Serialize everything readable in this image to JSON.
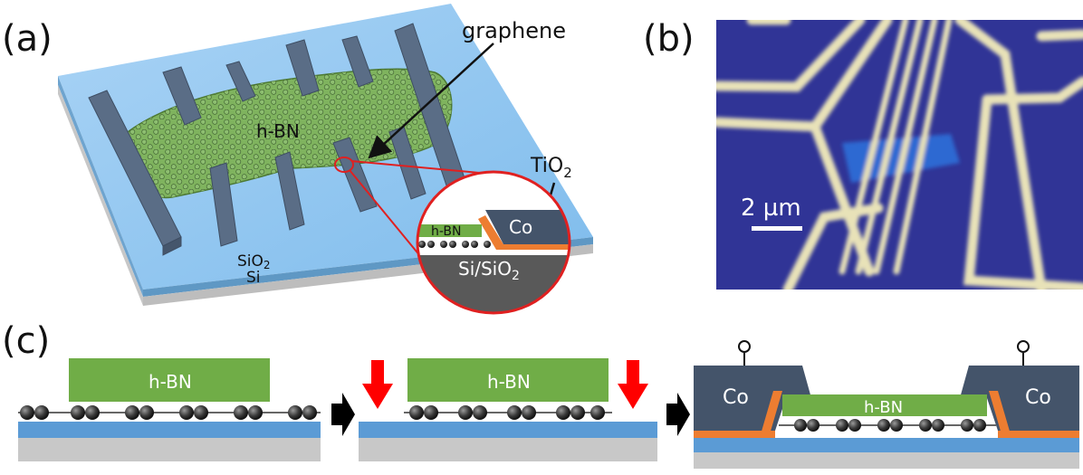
{
  "panels": {
    "a": {
      "label": "(a)",
      "graphene_label": "graphene",
      "hbn_label": "h-BN",
      "tio2_label_main": "TiO",
      "tio2_label_sub": "2",
      "substrate_label_1_main": "SiO",
      "substrate_label_1_sub": "2",
      "substrate_label_2": "Si",
      "inset": {
        "hbn_label": "h-BN",
        "co_label": "Co",
        "substrate_main": "Si/SiO",
        "substrate_sub": "2"
      }
    },
    "b": {
      "label": "(b)",
      "scalebar_label": "2 µm"
    },
    "c": {
      "label": "(c)",
      "step1_hbn": "h-BN",
      "step2_hbn": "h-BN",
      "step3_hbn": "h-BN",
      "step3_co_left": "Co",
      "step3_co_right": "Co"
    }
  },
  "colors": {
    "substrate_blue": "#5b9bd5",
    "si_grey": "#c8c8c8",
    "hbn_green": "#70ad47",
    "contact_slate": "#44546a",
    "tio2_orange": "#ed7d31",
    "arrow_red": "#ff0000",
    "inset_ring_red": "#e02020"
  }
}
